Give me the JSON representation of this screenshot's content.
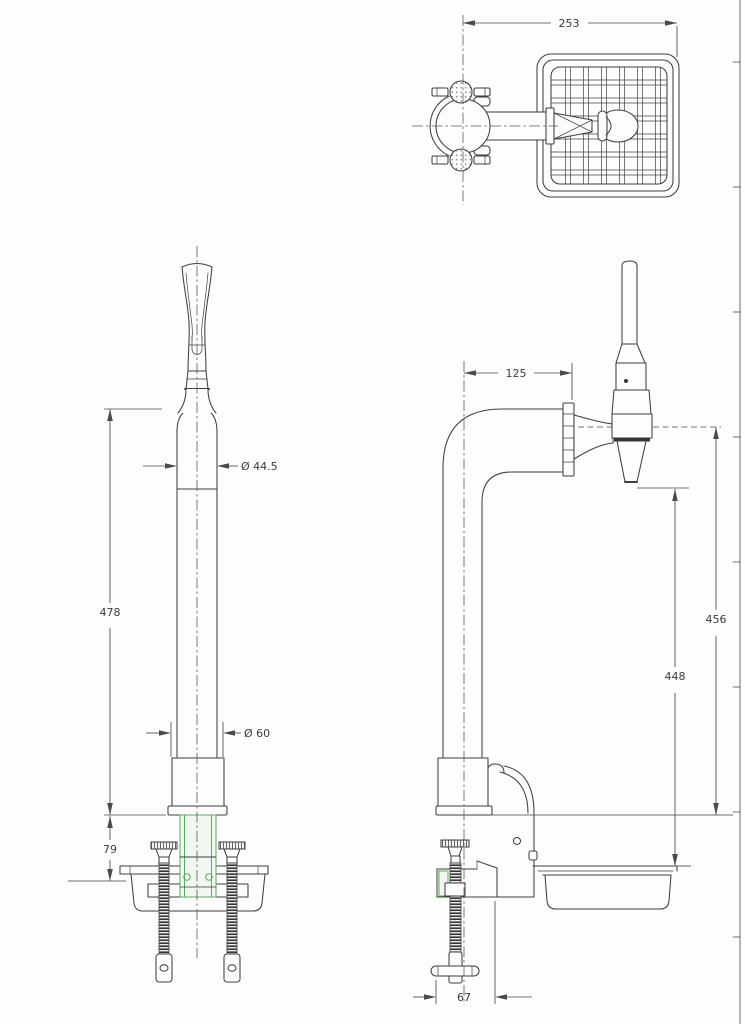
{
  "drawing": {
    "colors": {
      "background": "#fdfdfd",
      "line": "#3f3f3f",
      "dimension_text": "#3b3b3b",
      "highlight_green": "#5ea75e"
    },
    "dims": {
      "tray_width": "253",
      "column_height": "478",
      "flange_to_counter": "79",
      "column_diameter": "Ø 44.5",
      "base_diameter": "Ø 60",
      "spout_reach": "125",
      "outlet_height": "456",
      "outlet_to_tray": "448",
      "clamp_opening": "67"
    }
  }
}
